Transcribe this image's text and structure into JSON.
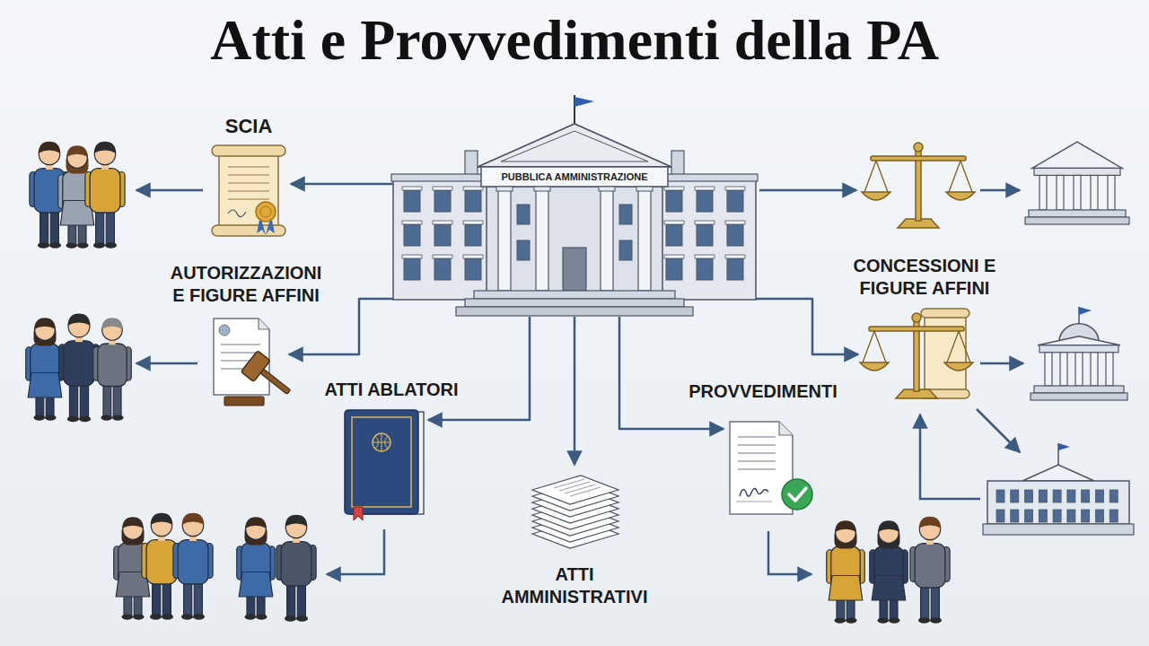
{
  "diagram": {
    "title": "Atti e Provvedimenti della PA",
    "nodes": [
      {
        "text": [
          "PUBBLICA AMMINISTRAZIONE"
        ]
      },
      {
        "text": [
          "SCIA"
        ]
      },
      {
        "text": [
          "AUTORIZZAZIONI E FIGURE AFFINI"
        ]
      },
      {
        "text": [
          "ATTI ABLATORI"
        ]
      },
      {
        "text": [
          "ATTI AMMINISTRATIVI"
        ]
      },
      {
        "text": [
          "PROVVEDIMENTI"
        ]
      },
      {
        "text": [
          "CONCESSIONI E FIGURE AFFINI"
        ]
      }
    ],
    "edges": [
      {
        "from": 0,
        "to": 1,
        "arrow": "to"
      },
      {
        "from": 0,
        "to": 2,
        "arrow": "to"
      },
      {
        "from": 0,
        "to": 3,
        "arrow": "to"
      },
      {
        "from": 0,
        "to": 4,
        "arrow": "to"
      },
      {
        "from": 0,
        "to": 5,
        "arrow": "to"
      },
      {
        "from": 0,
        "to": 6,
        "arrow": "to"
      }
    ]
  }
}
